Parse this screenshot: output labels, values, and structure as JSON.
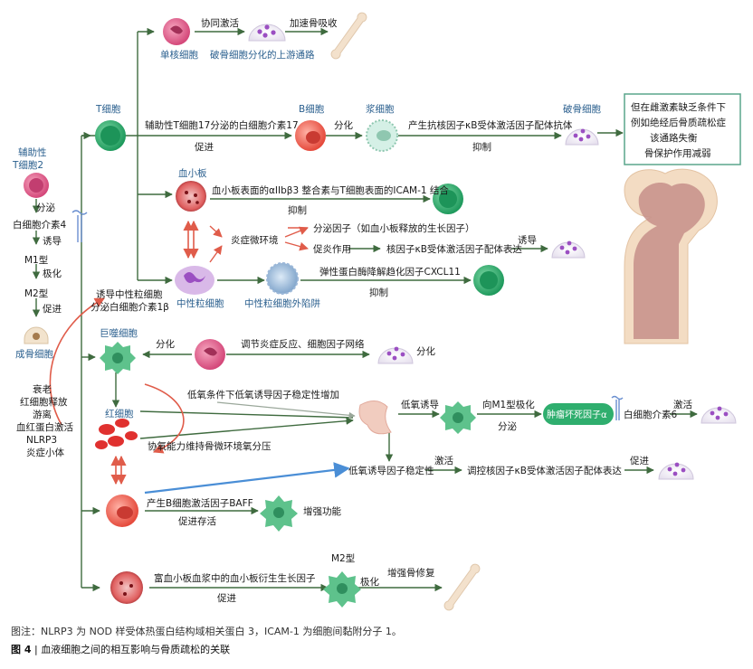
{
  "labels": {
    "monocyte": "单核细胞",
    "co_activate": "协同激活",
    "speed_resorption": "加速骨吸收",
    "osteoclast_upstream": "破骨细胞分化的上游通路",
    "t_cell": "T细胞",
    "th17_il17": "辅助性T细胞17分泌的白细胞介素17",
    "promote": "促进",
    "b_cell": "B细胞",
    "differentiate": "分化",
    "plasma_cell": "浆细胞",
    "rankl_antibody": "产生抗核因子κB受体激活因子配体抗体",
    "inhibit": "抑制",
    "osteoclast": "破骨细胞",
    "box_lines": [
      "但在雌激素缺乏条件下",
      "例如绝经后骨质疏松症",
      "该通路失衡",
      "骨保护作用减弱"
    ],
    "th2_line1": "辅助性",
    "th2_line2": "T细胞2",
    "secrete": "分泌",
    "il4": "白细胞介素4",
    "induce": "诱导",
    "m1": "M1型",
    "polarize": "极化",
    "m2": "M2型",
    "promote2": "促进",
    "osteoblast": "成骨细胞",
    "platelet": "血小板",
    "integrin_icam": "血小板表面的αIIbβ3 整合素与T细胞表面的ICAM-1 结合",
    "inhibit2": "抑制",
    "inflam_env": "炎症微环境",
    "secrete_factor": "分泌因子（如血小板释放的生长因子）",
    "pro_inflam": "促炎作用",
    "rankl_expr": "核因子κB受体激活因子配体表达",
    "induce2": "诱导",
    "neutrophil": "中性粒细胞",
    "net": "中性粒细胞外陷阱",
    "elastase": "弹性蛋白酶降解趋化因子CXCL11",
    "inhibit3": "抑制",
    "induce_neutrophil_1": "诱导中性粒细胞",
    "induce_neutrophil_2": "分泌白细胞介素1β",
    "macrophage": "巨噬细胞",
    "differentiate2": "分化",
    "regulate_network": "调节炎症反应、细胞因子网络",
    "differentiate3": "分化",
    "aging_lines": [
      "衰老",
      "红细胞释放",
      "游离",
      "血红蛋白激活",
      "NLRP3",
      "炎症小体"
    ],
    "rbc": "红细胞",
    "hypoxia_increase": "低氧条件下低氧诱导因子稳定性增加",
    "hypoxia_induce": "低氧诱导",
    "to_m1": "向M1型极化",
    "tnf": "肿瘤坏死因子α",
    "il6": "白细胞介素6",
    "activate": "激活",
    "secrete2": "分泌",
    "oxygen_maintain": "协氧能力维持骨微环境氧分压",
    "hif_stable": "低氧诱导因子稳定性",
    "activate2": "激活",
    "regulate_rankl": "调控核因子κB受体激活因子配体表达",
    "promote3": "促进",
    "baff": "产生B细胞激活因子BAFF",
    "promote_survival": "促进存活",
    "enhance_function": "增强功能",
    "prp_growth": "富血小板血浆中的血小板衍生生长因子",
    "promote4": "促进",
    "m2b": "M2型",
    "polarize2": "极化",
    "enhance_repair": "增强骨修复"
  },
  "caption": {
    "note": "图注：NLRP3 为 NOD 样受体热蛋白结构域相关蛋白 3，ICAM-1 为细胞间黏附分子 1。",
    "fig_no": "图 4",
    "fig_title": "血液细胞之间的相互影响与骨质疏松的关联"
  },
  "colors": {
    "line": "#3f6b3f",
    "red_arrow": "#e05c4a",
    "blue_arrow": "#4a8ed6",
    "green_cell": "#2fae6e",
    "green_cell_light": "#5ec28c",
    "pink_cell": "#e36a8f",
    "red_cell": "#e0312f",
    "bone": "#f1ddc8",
    "bone_marrow": "#c99090",
    "osteoclast_purple": "#9b4fc2",
    "box_border": "#5aa58c"
  },
  "icons": [
    "monocyte-icon",
    "osteoclast-icon",
    "bone-icon",
    "t-cell-icon",
    "b-cell-icon",
    "plasma-cell-icon",
    "femur-icon",
    "platelet-icon",
    "neutrophil-icon",
    "net-icon",
    "macrophage-icon",
    "rbc-icon",
    "tnf-icon",
    "receptor-icon"
  ]
}
